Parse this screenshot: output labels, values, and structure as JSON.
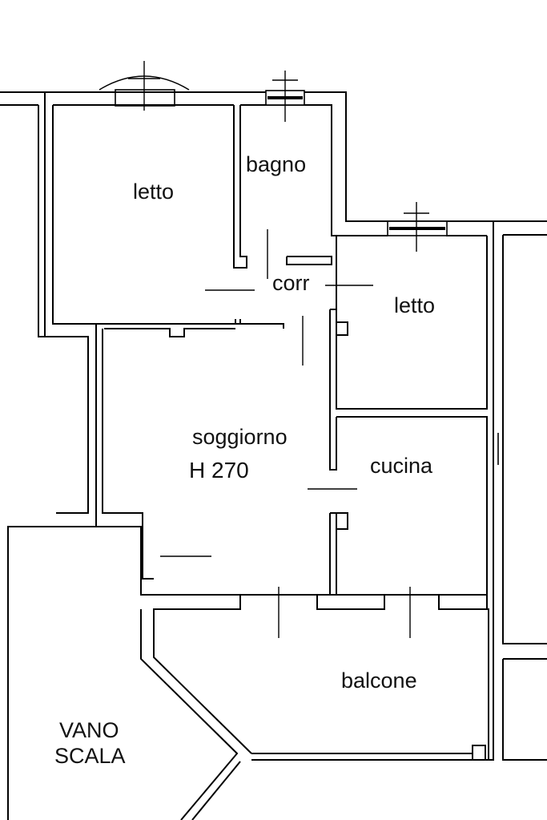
{
  "plan": {
    "rooms": {
      "letto_1": "letto",
      "bagno": "bagno",
      "corr": "corr",
      "letto_2": "letto",
      "soggiorno": "soggiorno",
      "height": "H 270",
      "cucina": "cucina",
      "balcone": "balcone",
      "vano_line1": "VANO",
      "vano_line2": "SCALA"
    }
  }
}
